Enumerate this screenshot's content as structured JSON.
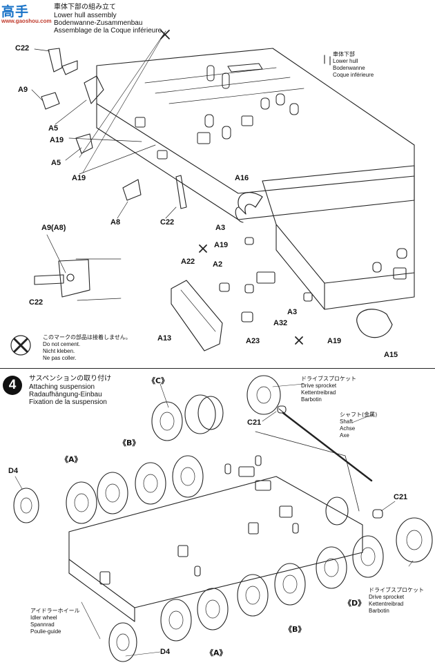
{
  "logo": {
    "mark": "高手",
    "url": "www.gaoshou.com"
  },
  "step3": {
    "title_lines": [
      "車体下部の組み立て",
      "Lower hull assembly",
      "Bodenwanne-Zusammenbau",
      "Assemblage de la Coque inférieure"
    ],
    "callout_lower_hull": [
      "車体下部",
      "Lower hull",
      "Bodenwanne",
      "Coque inférieure"
    ],
    "parts": [
      "C22",
      "A9",
      "A5",
      "A19",
      "A5",
      "A19",
      "A8",
      "C22",
      "A16",
      "A3",
      "A19",
      "A2",
      "A22",
      "A13",
      "A32",
      "A23",
      "A3",
      "A19",
      "A15"
    ],
    "detail_labels": [
      "A9(A8)",
      "C22"
    ],
    "note": [
      "このマークの部品は接着しません。",
      "Do not cement.",
      "Nicht kleben.",
      "Ne pas coller."
    ]
  },
  "step4": {
    "number": "4",
    "title_lines": [
      "サスペンションの取り付け",
      "Attaching suspension",
      "Radaufhängung-Einbau",
      "Fixation de la suspension"
    ],
    "sprocket_top": [
      "ドライブスプロケット",
      "Drive sprocket",
      "Kettentreibrad",
      "Barbotin"
    ],
    "shaft": [
      "シャフト(金属)",
      "Shaft",
      "Achse",
      "Axe"
    ],
    "sprocket_bottom": [
      "ドライブスプロケット",
      "Drive sprocket",
      "Kettentreibrad",
      "Barbotin"
    ],
    "idler": [
      "アイドラーホイール",
      "Idler wheel",
      "Spannrad",
      "Poulie-guide"
    ],
    "parts": [
      "《C》",
      "C21",
      "《B》",
      "《A》",
      "D4",
      "C21",
      "《D》",
      "《B》",
      "《A》",
      "D4"
    ]
  }
}
